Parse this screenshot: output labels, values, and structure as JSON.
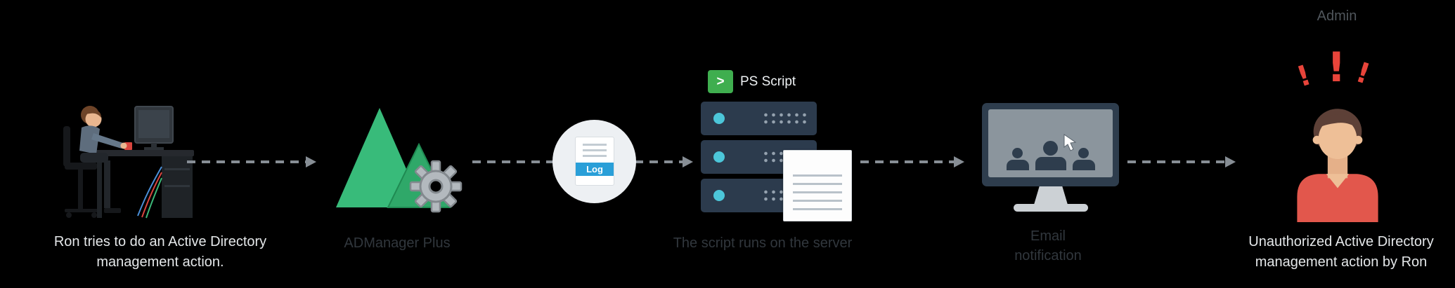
{
  "colors": {
    "background": "#000000",
    "accent_green": "#36b877",
    "alert_red": "#e8443a",
    "log_blue": "#2a9fd8",
    "server_navy": "#2c3b4d",
    "led_teal": "#4cc6d9",
    "powershell_green": "#3fae4f",
    "arrow_gray": "#878e95"
  },
  "steps": {
    "user_action": {
      "caption_lines": [
        "Ron tries to do an Active Directory",
        "management action."
      ]
    },
    "trigger": {
      "caption": "ADManager Plus"
    },
    "server": {
      "log_label": "Log",
      "ps_icon_glyph": ">",
      "ps_label": "PS Script",
      "caption": "The script runs on the server"
    },
    "notification": {
      "caption_lines": [
        "Email",
        "notification"
      ]
    },
    "admin": {
      "label": "Admin",
      "exclamations": [
        "!",
        "!",
        "!"
      ],
      "caption_lines": [
        "Unauthorized Active Directory",
        "management action by Ron"
      ]
    }
  }
}
